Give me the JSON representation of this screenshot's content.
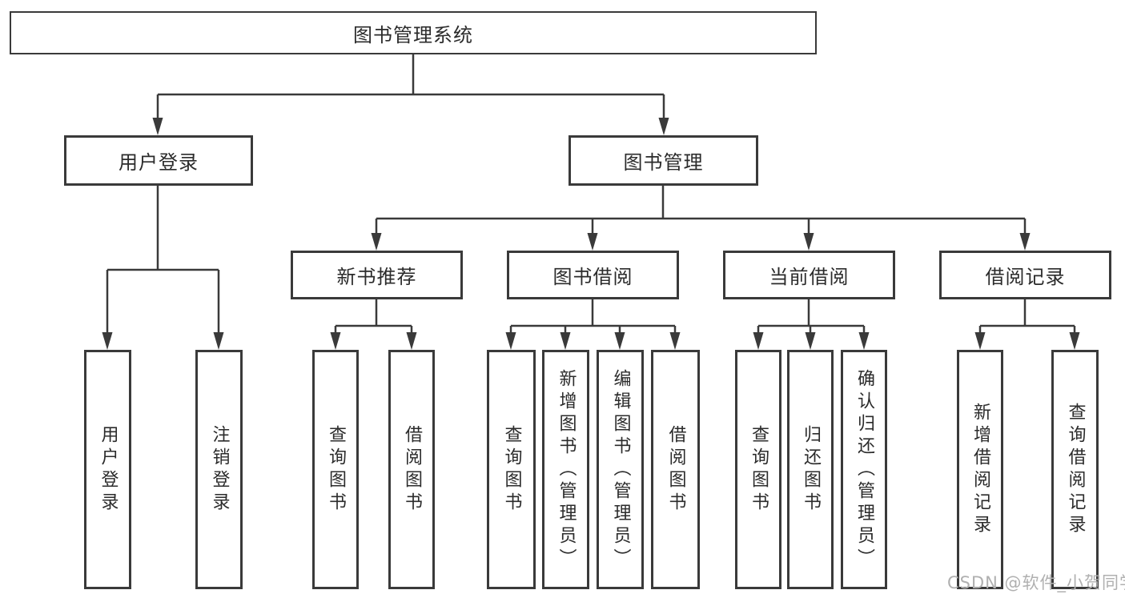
{
  "diagram": {
    "tree": {
      "root": "图书管理系统",
      "user_login": {
        "label": "用户登录",
        "children": [
          "用户登录",
          "注销登录"
        ]
      },
      "book_management": {
        "label": "图书管理",
        "modules": {
          "new_book_recommend": {
            "label": "新书推荐",
            "children": [
              "查询图书",
              "借阅图书"
            ]
          },
          "book_borrowing": {
            "label": "图书借阅",
            "children": [
              "查询图书",
              "新增图书（管理员）",
              "编辑图书（管理员）",
              "借阅图书"
            ]
          },
          "current_borrowing": {
            "label": "当前借阅",
            "children": [
              "查询图书",
              "归还图书",
              "确认归还（管理员）"
            ]
          },
          "borrowing_records": {
            "label": "借阅记录",
            "children": [
              "新增借阅记录",
              "查询借阅记录"
            ]
          }
        }
      }
    },
    "watermark": "CSDN @软件_小贺同学",
    "colors": {
      "line": "#3a3a3a",
      "box_border": "#3a3a3a",
      "text": "#2b2b2b",
      "watermark": "#b0b0b0",
      "background": "#ffffff"
    }
  }
}
